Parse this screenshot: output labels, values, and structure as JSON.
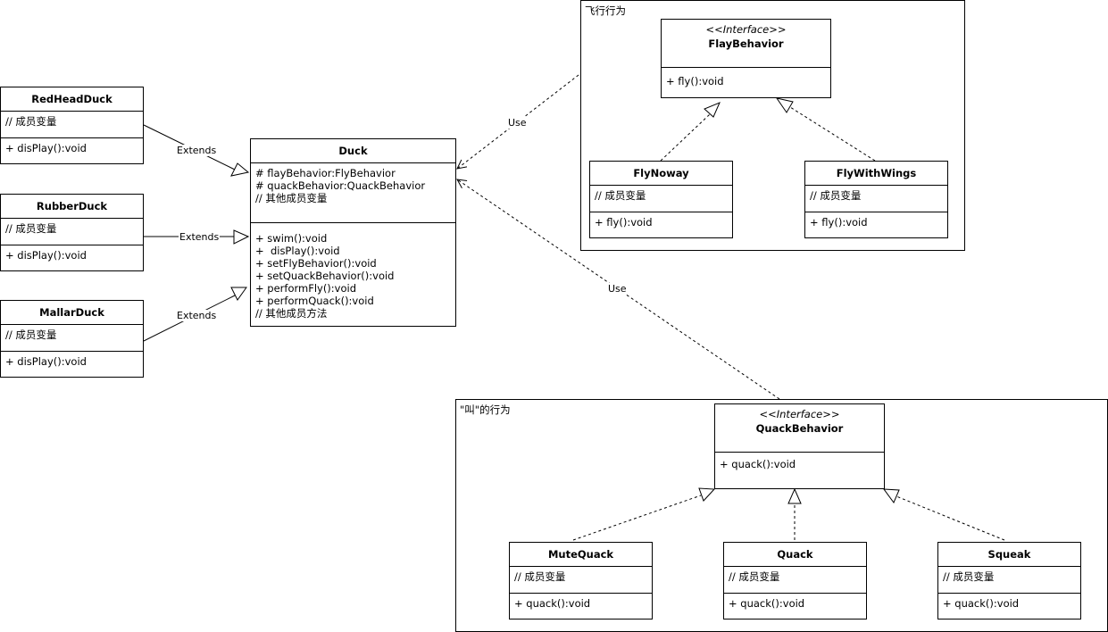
{
  "frames": {
    "fly": {
      "label": "飞行行为"
    },
    "quack": {
      "label": "\"叫\"的行为"
    }
  },
  "classes": {
    "redhead": {
      "name": "RedHeadDuck",
      "attributes": [
        "// 成员变量"
      ],
      "methods": [
        "+ disPlay():void"
      ]
    },
    "rubber": {
      "name": "RubberDuck",
      "attributes": [
        "// 成员变量"
      ],
      "methods": [
        "+ disPlay():void"
      ]
    },
    "mallar": {
      "name": "MallarDuck",
      "attributes": [
        "// 成员变量"
      ],
      "methods": [
        "+ disPlay():void"
      ]
    },
    "duck": {
      "name": "Duck",
      "attributes": [
        "# flayBehavior:FlyBehavior",
        "# quackBehavior:QuackBehavior",
        "// 其他成员变量"
      ],
      "methods": [
        "+ swim():void",
        "+  disPlay():void",
        "+ setFlyBehavior():void",
        "+ setQuackBehavior():void",
        "+ performFly():void",
        "+ performQuack():void",
        "// 其他成员方法"
      ]
    },
    "flaybehavior": {
      "stereotype": "<<Interface>>",
      "name": "FlayBehavior",
      "methods": [
        "+ fly():void"
      ]
    },
    "flynoway": {
      "name": "FlyNoway",
      "attributes": [
        "// 成员变量"
      ],
      "methods": [
        "+ fly():void"
      ]
    },
    "flywithwings": {
      "name": "FlyWithWings",
      "attributes": [
        "// 成员变量"
      ],
      "methods": [
        "+ fly():void"
      ]
    },
    "quackbehavior": {
      "stereotype": "<<Interface>>",
      "name": "QuackBehavior",
      "methods": [
        "+ quack():void"
      ]
    },
    "mutequack": {
      "name": "MuteQuack",
      "attributes": [
        "// 成员变量"
      ],
      "methods": [
        "+ quack():void"
      ]
    },
    "quack": {
      "name": "Quack",
      "attributes": [
        "// 成员变量"
      ],
      "methods": [
        "+ quack():void"
      ]
    },
    "squeak": {
      "name": "Squeak",
      "attributes": [
        "// 成员变量"
      ],
      "methods": [
        "+ quack():void"
      ]
    }
  },
  "edges": {
    "extends_label": "Extends",
    "use_label": "Use"
  }
}
